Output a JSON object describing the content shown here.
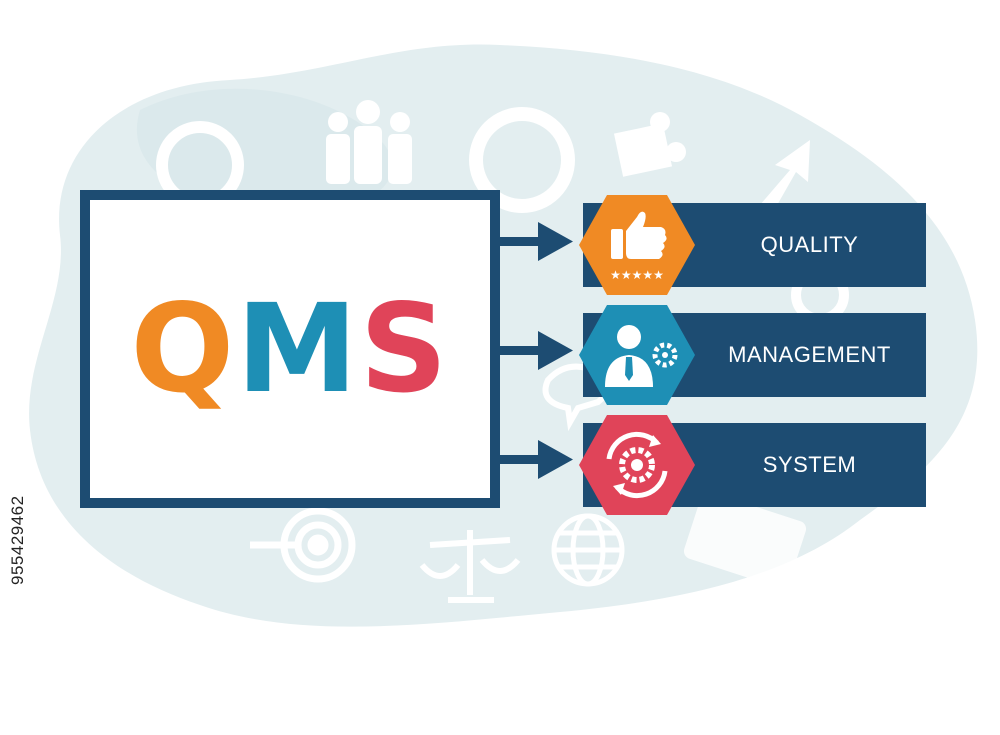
{
  "acronym": {
    "letters": [
      {
        "char": "Q",
        "color": "#f08a24"
      },
      {
        "char": "M",
        "color": "#1e8fb5"
      },
      {
        "char": "S",
        "color": "#e04459"
      }
    ]
  },
  "items": [
    {
      "label": "QUALITY",
      "hex_color": "#f08a24",
      "icon": "thumbs-up-five-stars-icon"
    },
    {
      "label": "MANAGEMENT",
      "hex_color": "#1e8fb5",
      "icon": "manager-with-gear-icon"
    },
    {
      "label": "SYSTEM",
      "hex_color": "#e04459",
      "icon": "gear-cycle-icon"
    }
  ],
  "watermark": "955429462",
  "colors": {
    "frame": "#1d4c72",
    "background_blob": "#e3eef0",
    "background_icons": "#ffffff"
  }
}
